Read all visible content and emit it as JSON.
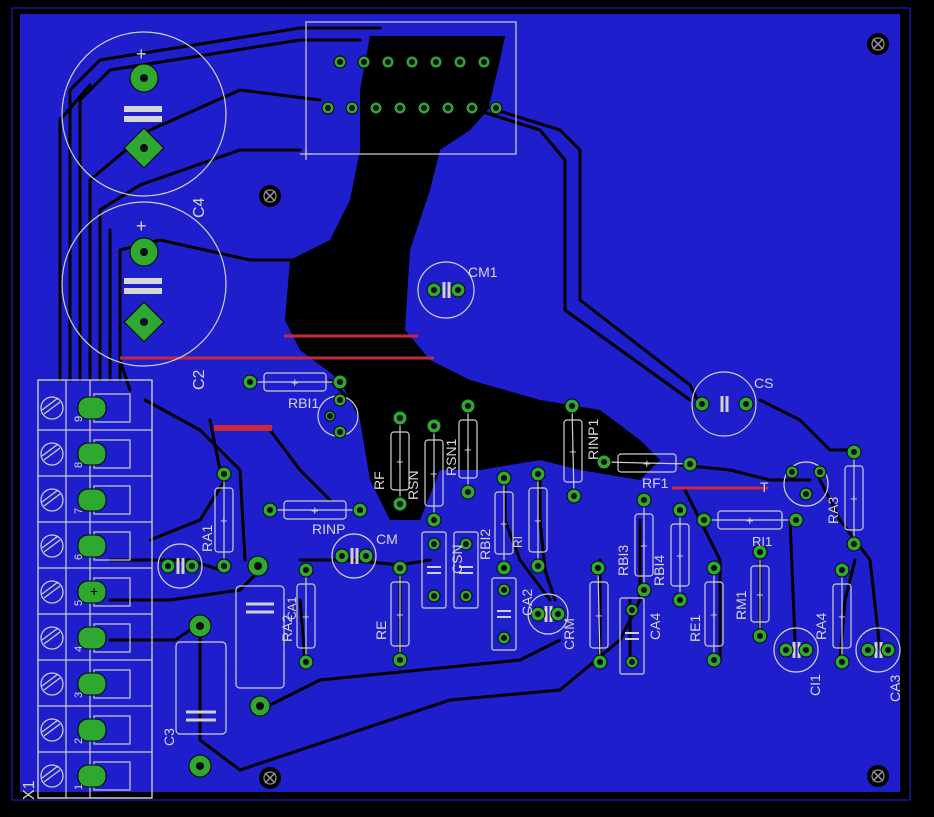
{
  "board": {
    "copper_color": "#1e1ecc",
    "background_color": "#000000",
    "trace_color": "#000000",
    "pad_color": "#2ea82e",
    "silkscreen_color": "#d0d0d0",
    "jumper_color": "#c8283c"
  },
  "labels": {
    "c4": "C4",
    "c2": "C2",
    "c3": "C3",
    "cm1": "CM1",
    "cs": "CS",
    "rbi1": "RBI1",
    "rf": "RF",
    "rsn": "RSN",
    "rsn1": "RSN1",
    "rinp1": "RINP1",
    "rf1": "RF1",
    "ra1": "RA1",
    "rinp": "RINP",
    "cm": "CM",
    "ca1": "CA1",
    "ra2": "RA2",
    "re": "RE",
    "csn": "CSN",
    "rbi2": "RBI2",
    "ca2": "CA2",
    "crm": "CRM",
    "rbi3": "RBI3",
    "rbi4": "RBI4",
    "ca4": "CA4",
    "re1": "RE1",
    "rm1": "RM1",
    "ri1": "RI1",
    "ra3": "RA3",
    "ra4": "RA4",
    "ci1": "CI1",
    "ca3": "CA3",
    "x1": "X1",
    "ri": "RI",
    "t": "T"
  },
  "connector_pins": [
    "9",
    "8",
    "7",
    "6",
    "5",
    "4",
    "3",
    "2",
    "1"
  ],
  "polarity": {
    "plus": "+"
  }
}
